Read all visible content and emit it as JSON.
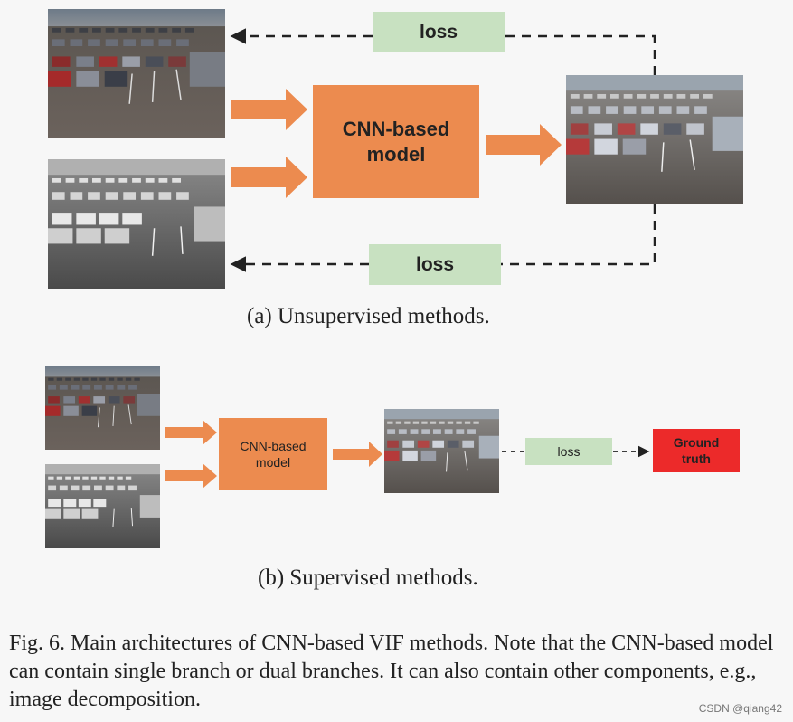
{
  "panel_a": {
    "cnn_label_line1": "CNN-based",
    "cnn_label_line2": "model",
    "loss_top": "loss",
    "loss_bottom": "loss",
    "caption": "(a) Unsupervised methods."
  },
  "panel_b": {
    "cnn_label_line1": "CNN-based",
    "cnn_label_line2": "model",
    "loss": "loss",
    "ground_truth_line1": "Ground",
    "ground_truth_line2": "truth",
    "caption": "(b) Supervised methods."
  },
  "figure_caption": "Fig. 6.    Main architectures of CNN-based VIF methods. Note that the CNN-based model can contain single branch or dual branches. It can also contain other components, e.g., image decomposition.",
  "watermark": "CSDN @qiang42",
  "colors": {
    "cnn_box": "#ec8b4f",
    "loss_box": "#c8e1c1",
    "ground_truth_box": "#ec2a2a",
    "arrow": "#ec8b4f"
  }
}
